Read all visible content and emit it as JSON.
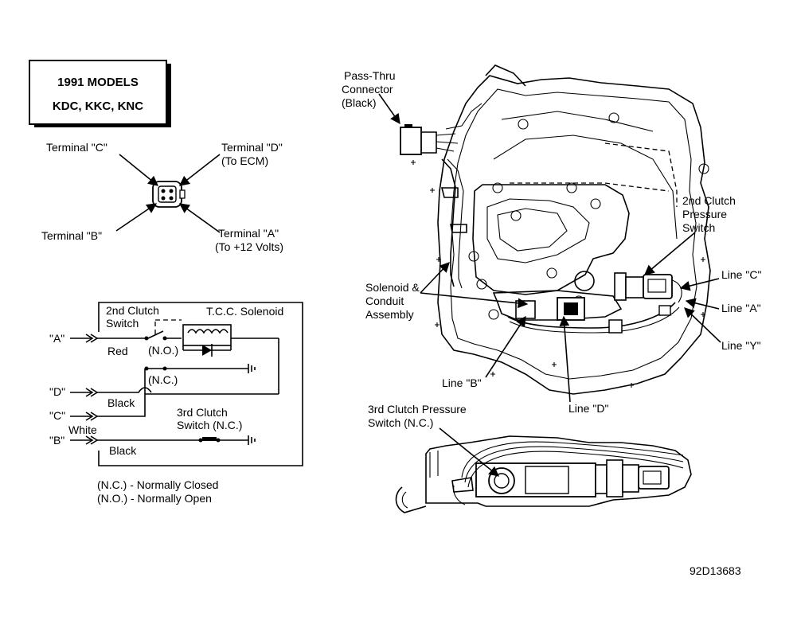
{
  "models_box": {
    "line1": "1991 MODELS",
    "line2": "KDC, KKC, KNC"
  },
  "connector_terminals": {
    "terminal_c": "Terminal \"C\"",
    "terminal_d": "Terminal \"D\"",
    "terminal_d_sub": "(To ECM)",
    "terminal_b": "Terminal \"B\"",
    "terminal_a": "Terminal \"A\"",
    "terminal_a_sub": "(To +12 Volts)"
  },
  "schematic": {
    "second_clutch_l1": "2nd Clutch",
    "second_clutch_l2": "Switch",
    "tcc_solenoid": "T.C.C. Solenoid",
    "input_a": "\"A\"",
    "input_d": "\"D\"",
    "input_c": "\"C\"",
    "input_b": "\"B\"",
    "wire_red": "Red",
    "wire_black_1": "Black",
    "wire_white": "White",
    "wire_black_2": "Black",
    "normally_open_tag": "(N.O.)",
    "normally_closed_tag": "(N.C.)",
    "third_clutch_l1": "3rd Clutch",
    "third_clutch_l2": "Switch (N.C.)"
  },
  "legend": {
    "nc": "(N.C.) - Normally Closed",
    "no": "(N.O.) - Normally Open"
  },
  "assembly_labels": {
    "pass_thru_l1": "Pass-Thru",
    "pass_thru_l2": "Connector",
    "pass_thru_l3": "(Black)",
    "second_pressure_l1": "2nd Clutch",
    "second_pressure_l2": "Pressure",
    "second_pressure_l3": "Switch",
    "solenoid_l1": "Solenoid &",
    "solenoid_l2": "Conduit",
    "solenoid_l3": "Assembly",
    "line_c": "Line \"C\"",
    "line_a": "Line \"A\"",
    "line_y": "Line \"Y\"",
    "line_b": "Line \"B\"",
    "line_d": "Line \"D\"",
    "third_pressure_l1": "3rd Clutch Pressure",
    "third_pressure_l2": "Switch (N.C.)"
  },
  "figure_id": "92D13683"
}
